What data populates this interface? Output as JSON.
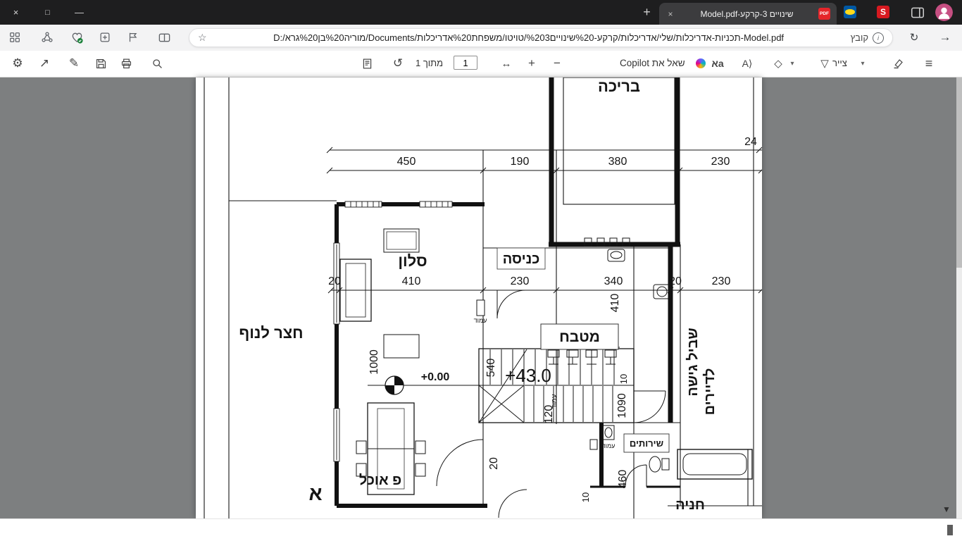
{
  "icons": {
    "close": "×",
    "restore": "□",
    "minimize": "—",
    "new_tab": "+",
    "tab_close": "×",
    "forward": "→",
    "refresh": "↻",
    "star": "☆",
    "info": "i",
    "gear": "⚙",
    "fullscreen": "↗",
    "edit": "✎",
    "rotate": "↺",
    "fit_width": "↔",
    "zoom_in": "+",
    "zoom_out": "−",
    "chevron": "▾",
    "eraser": "◇",
    "pen_nib": "▽",
    "contents": "≡",
    "read_aloud": "A⟩",
    "translate": "אa",
    "scroll_down": "▼"
  },
  "tab": {
    "title": "שינויים 3-קרקע-Model.pdf",
    "pdf_badge": "PDF",
    "s_badge": "S"
  },
  "nav": {
    "url": "D:/מוריה%20בן%20גרא/Documents/תכניות-אדריכלות/שלי/אדריכלות/קרקע-%20שינויים%203/טויטו/משפחת%20אדריכלות-Model.pdf",
    "file_chip": "קובץ"
  },
  "pdf_toolbar": {
    "page_count_label": "מתוך 1",
    "page_input": "1",
    "copilot_label": "שאל את Copilot",
    "draw_label": "צייר"
  },
  "plan": {
    "rooms": {
      "pool": "בריכה",
      "entrance": "כניסה",
      "living": "סלון",
      "kitchen": "מטבח",
      "yard": "חצר לנוף",
      "wc": "שירותים",
      "dining": "פ אוכל",
      "parking": "חניה",
      "path_line1": "שביל גישה",
      "path_line2": "לדיירים",
      "section_mark": "א",
      "column": "עמוד"
    },
    "levels": {
      "floor": "+0.00",
      "elevation": "+43.0"
    },
    "dims": {
      "row1": [
        "24"
      ],
      "row2": [
        "450",
        "190",
        "380",
        "230"
      ],
      "row3": [
        "20",
        "410",
        "230",
        "340",
        "20",
        "230"
      ],
      "vertical": [
        "410",
        "1000",
        "540",
        "120",
        "10",
        "1090",
        "20",
        "10",
        "460"
      ]
    }
  }
}
